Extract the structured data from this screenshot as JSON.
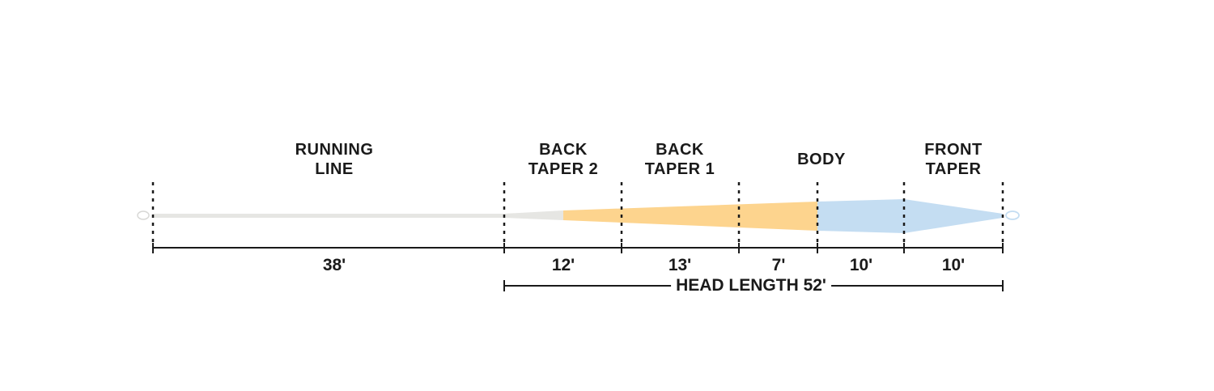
{
  "diagram": {
    "type": "fly-line-taper-profile",
    "sections": [
      {
        "name": "running-line",
        "label": "RUNNING\nLINE",
        "length": "38'",
        "color": "#e6e6e3"
      },
      {
        "name": "back-taper-2",
        "label": "BACK\nTAPER 2",
        "length": "12'",
        "color": "#fdd48e"
      },
      {
        "name": "back-taper-1",
        "label": "BACK\nTAPER 1",
        "length": "13'",
        "color": "#fdd48e"
      },
      {
        "name": "body-rear",
        "label": "BODY",
        "length": "7'",
        "color": "#fdd48e"
      },
      {
        "name": "body-front",
        "label": "",
        "length": "10'",
        "color": "#c4ddf2"
      },
      {
        "name": "front-taper",
        "label": "FRONT\nTAPER",
        "length": "10'",
        "color": "#c4ddf2"
      }
    ],
    "head_length": "HEAD LENGTH 52'"
  },
  "colors": {
    "running_line": "#e6e6e3",
    "orange": "#fdd48e",
    "blue": "#c4ddf2",
    "ink": "#1a1a1a"
  }
}
